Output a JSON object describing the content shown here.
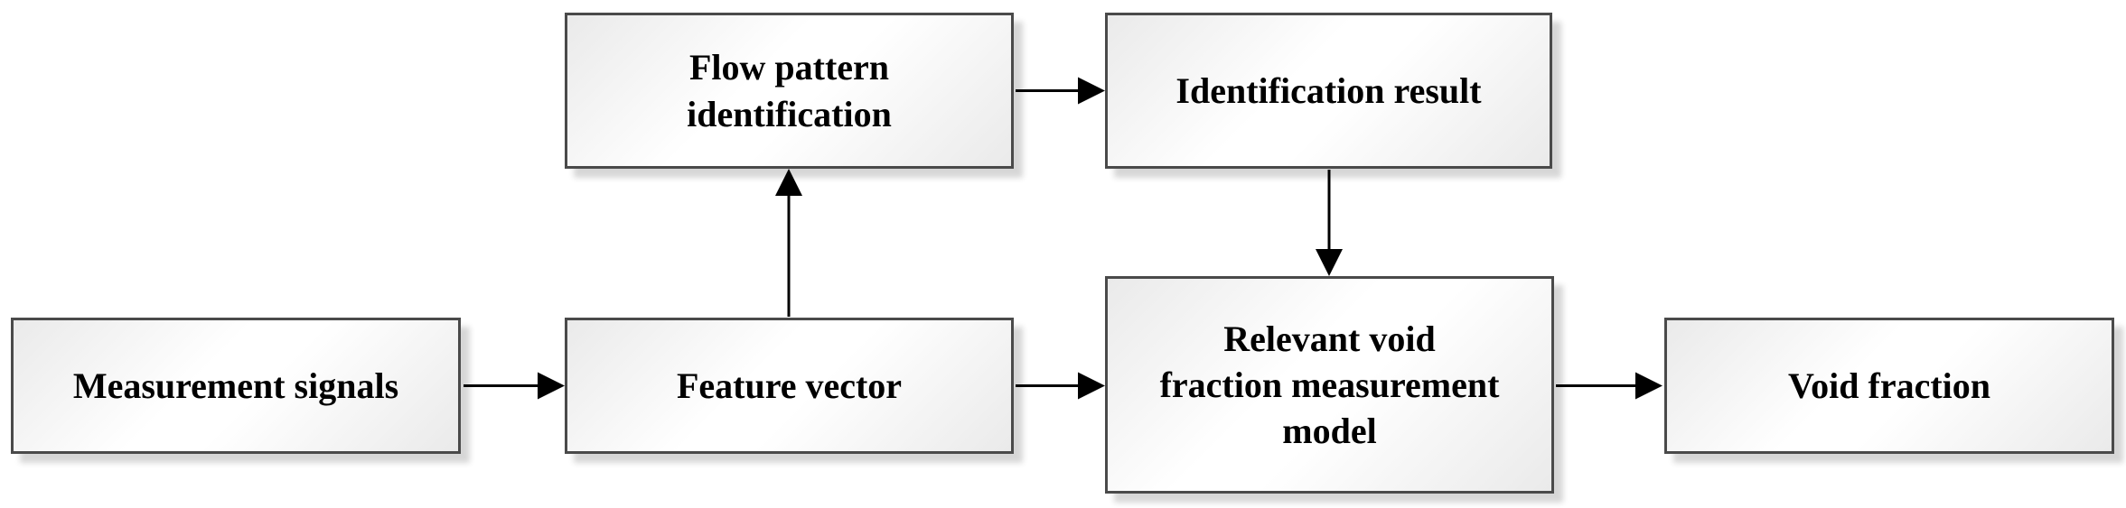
{
  "diagram": {
    "type": "flowchart",
    "nodes": [
      {
        "id": "measurement-signals",
        "label": "Measurement signals"
      },
      {
        "id": "feature-vector",
        "label": "Feature vector"
      },
      {
        "id": "flow-pattern-identification",
        "label": "Flow pattern\nidentification"
      },
      {
        "id": "identification-result",
        "label": "Identification result"
      },
      {
        "id": "void-fraction-model",
        "label": "Relevant void\nfraction measurement\nmodel"
      },
      {
        "id": "void-fraction",
        "label": "Void fraction"
      }
    ],
    "edges": [
      {
        "from": "measurement-signals",
        "to": "feature-vector",
        "direction": "right"
      },
      {
        "from": "feature-vector",
        "to": "flow-pattern-identification",
        "direction": "up"
      },
      {
        "from": "flow-pattern-identification",
        "to": "identification-result",
        "direction": "right"
      },
      {
        "from": "identification-result",
        "to": "void-fraction-model",
        "direction": "down"
      },
      {
        "from": "feature-vector",
        "to": "void-fraction-model",
        "direction": "right"
      },
      {
        "from": "void-fraction-model",
        "to": "void-fraction",
        "direction": "right"
      }
    ],
    "colors": {
      "box_border": "#4a4a4a",
      "box_fill_light": "#ffffff",
      "box_fill_shade": "#eaeaea",
      "arrow": "#000000",
      "text": "#000000",
      "background": "#ffffff"
    }
  }
}
